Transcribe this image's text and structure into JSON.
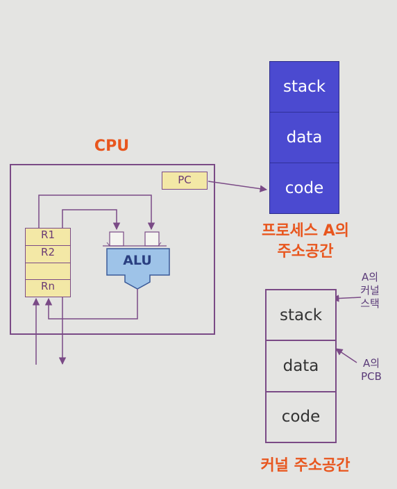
{
  "cpu": {
    "title": "CPU",
    "pc_label": "PC",
    "registers": [
      "R1",
      "R2",
      "",
      "Rn"
    ],
    "alu_label": "ALU"
  },
  "process_a_memory": {
    "segments": [
      "stack",
      "data",
      "code"
    ],
    "caption_line1": "프로세스 A의",
    "caption_line2": "주소공간"
  },
  "kernel_memory": {
    "segments": [
      "stack",
      "data",
      "code"
    ],
    "caption": "커널 주소공간",
    "note_kernel_stack": [
      "A의",
      "커널",
      "스택"
    ],
    "note_pcb": [
      "A의",
      "PCB"
    ]
  },
  "colors": {
    "background": "#e4e4e2",
    "line": "#7a4a86",
    "process_memory_fill": "#4b4ad0",
    "register_fill": "#f3e8a6",
    "alu_fill": "#9ec3e8",
    "caption": "#e8561e",
    "marker": "#4a4ad8"
  }
}
